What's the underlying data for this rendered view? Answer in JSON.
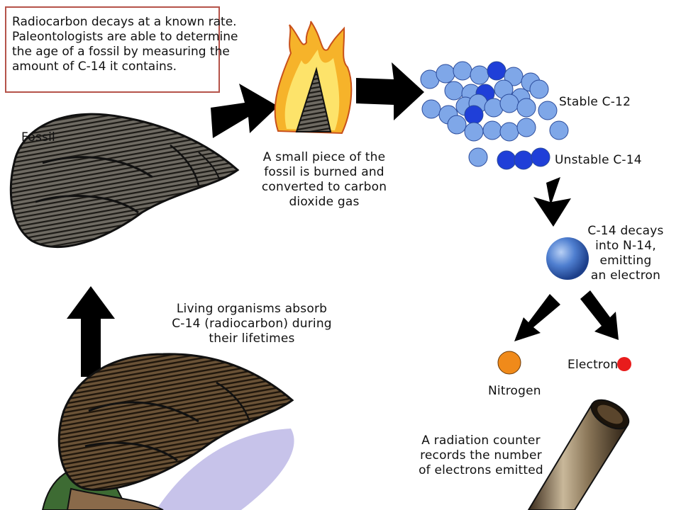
{
  "intro": {
    "lines": [
      "Radiocarbon decays at a known rate.",
      "Paleontologists are able to determine",
      "the age of a fossil by measuring the",
      "amount  of C-14 it contains."
    ],
    "border_color": "#b5534a"
  },
  "labels": {
    "fossil": "Fossil",
    "burn_lines": [
      "A small piece of the",
      "fossil is burned and",
      "converted to carbon",
      "dioxide gas"
    ],
    "stable": "Stable C-12",
    "unstable": "Unstable C-14",
    "decay_lines": [
      "C-14 decays",
      "into N-14,",
      "emitting",
      "an electron"
    ],
    "nitrogen": "Nitrogen",
    "electron": "Electron",
    "living_lines": [
      "Living organisms absorb",
      "C-14 (radiocarbon) during",
      "their lifetimes"
    ],
    "counter_lines": [
      "A radiation counter",
      "records the number",
      "of electrons emitted"
    ]
  },
  "colors": {
    "c12": "#7fa7e8",
    "c14": "#1f3fd8",
    "nitrogen": "#f08a1a",
    "electron": "#e81c1c",
    "nucleus": "#3f6fc0",
    "arrow": "#000000"
  },
  "icons": [
    "fossil-shell-illustration",
    "burning-fossil-illustration",
    "living-snail-illustration",
    "radiation-counter-tube"
  ]
}
